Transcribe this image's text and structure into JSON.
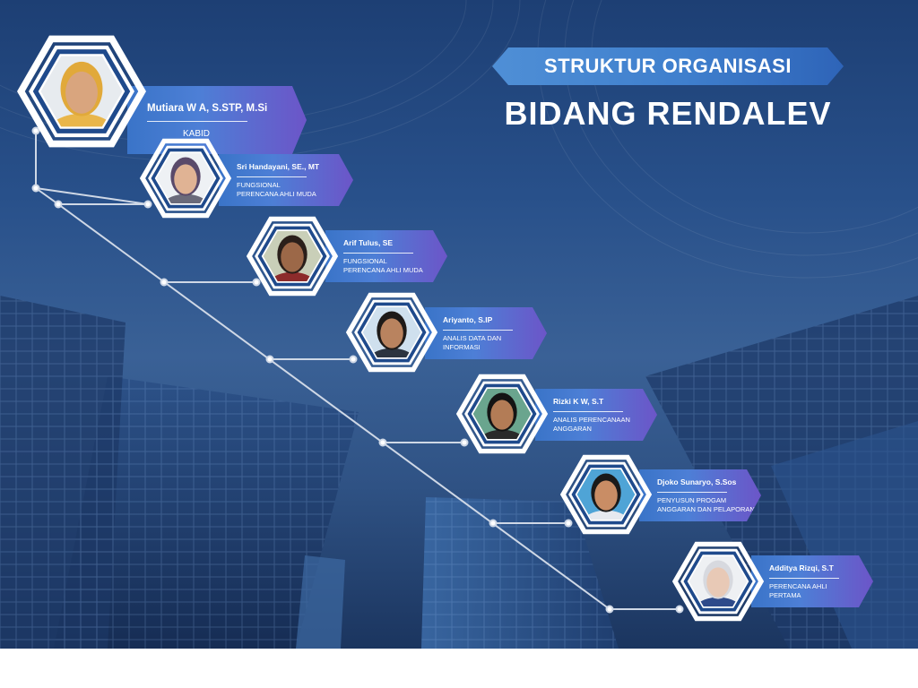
{
  "title": {
    "banner": "STRUKTUR ORGANISASI",
    "main": "BIDANG RENDALEV"
  },
  "members": [
    {
      "name": "Mutiara W A, S.STP, M.Si",
      "role_line1": "KABID",
      "role_line2": ""
    },
    {
      "name": "Sri Handayani, SE., MT",
      "role_line1": "FUNGSIONAL",
      "role_line2": "PERENCANA AHLI MUDA"
    },
    {
      "name": "Arif Tulus, SE",
      "role_line1": "FUNGSIONAL",
      "role_line2": "PERENCANA AHLI MUDA"
    },
    {
      "name": "Ariyanto, S.IP",
      "role_line1": "ANALIS DATA DAN",
      "role_line2": "INFORMASI"
    },
    {
      "name": "Rizki K W, S.T",
      "role_line1": "ANALIS PERENCANAAN",
      "role_line2": "ANGGARAN"
    },
    {
      "name": "Djoko Sunaryo, S.Sos",
      "role_line1": "PENYUSUN PROGAM",
      "role_line2": "ANGGARAN DAN PELAPORAN"
    },
    {
      "name": "Additya Rizqi, S.T",
      "role_line1": "PERENCANA AHLI",
      "role_line2": "PERTAMA"
    }
  ],
  "colors": {
    "accent": "#3f7fcd",
    "label_end": "#6c55c8",
    "connector": "#cfd8e6"
  }
}
